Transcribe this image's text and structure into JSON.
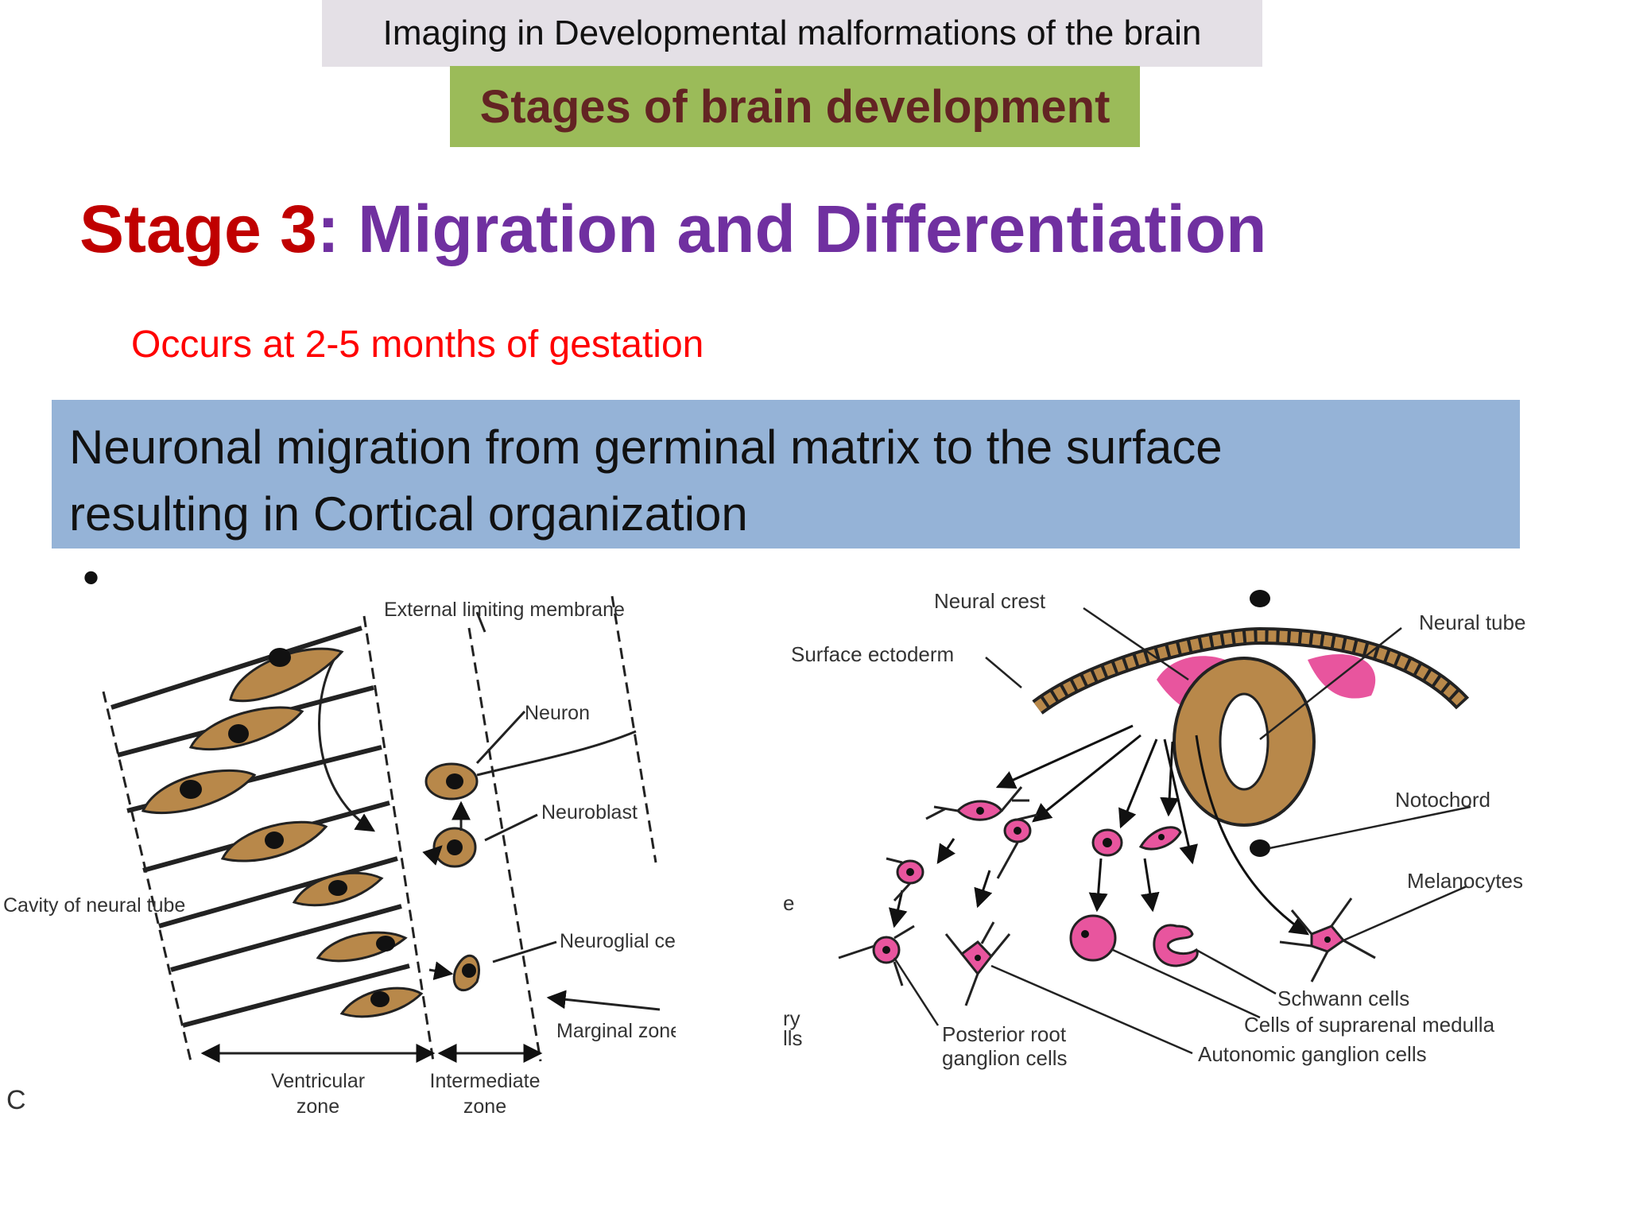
{
  "header": {
    "course_title": "Imaging in Developmental malformations of the brain",
    "section_title": "Stages of brain development"
  },
  "slide": {
    "stage_label": "Stage 3",
    "stage_separator": ":",
    "stage_name": "Migration and Differentiation",
    "timing": "Occurs at 2-5 months of gestation",
    "description_line1": "Neuronal migration from germinal matrix to the surface",
    "description_line2": "resulting in Cortical organization",
    "bullet": "•"
  },
  "diagram_left": {
    "external_limiting_membrane": "External limiting membrane",
    "neuron": "Neuron",
    "neuroblast": "Neuroblast",
    "neuroglial_cell": "Neuroglial cell",
    "cavity": "Cavity of neural tube",
    "marginal_zone": "Marginal zone",
    "ventricular_1": "Ventricular",
    "ventricular_2": "zone",
    "intermediate_1": "Intermediate",
    "intermediate_2": "zone",
    "panel_letter": "C"
  },
  "diagram_right": {
    "neural_crest": "Neural crest",
    "neural_tube": "Neural tube",
    "surface_ectoderm": "Surface ectoderm",
    "notochord": "Notochord",
    "melanocytes": "Melanocytes",
    "schwann": "Schwann cells",
    "suprarenal": "Cells of suprarenal medulla",
    "autonomic": "Autonomic ganglion cells",
    "posterior_1": "Posterior root",
    "posterior_2": "ganglion cells",
    "cut_e": "e",
    "cut_ry": "ry",
    "cut_ls": "lls"
  },
  "colors": {
    "stage_red": "#c00000",
    "stage_purple": "#7030a0",
    "timing_red": "#ff0000",
    "desc_box": "#95b3d7",
    "stage_banner": "#9bbb59",
    "cell_fill": "#b8884a",
    "crest_pink": "#e8559e"
  }
}
